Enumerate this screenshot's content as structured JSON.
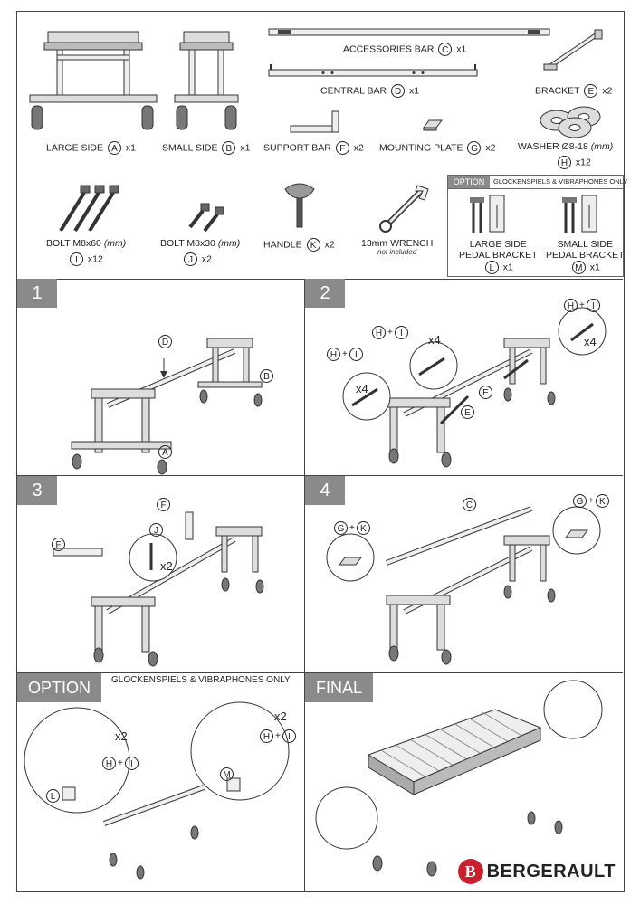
{
  "parts": [
    {
      "name": "LARGE SIDE",
      "letter": "A",
      "qty": "x1"
    },
    {
      "name": "SMALL SIDE",
      "letter": "B",
      "qty": "x1"
    },
    {
      "name": "ACCESSORIES BAR",
      "letter": "C",
      "qty": "x1"
    },
    {
      "name": "CENTRAL BAR",
      "letter": "D",
      "qty": "x1"
    },
    {
      "name": "BRACKET",
      "letter": "E",
      "qty": "x2"
    },
    {
      "name": "SUPPORT BAR",
      "letter": "F",
      "qty": "x2"
    },
    {
      "name": "MOUNTING PLATE",
      "letter": "G",
      "qty": "x2"
    },
    {
      "name": "WASHER Ø8-18",
      "unit": "(mm)",
      "letter": "H",
      "qty": "x12"
    },
    {
      "name": "BOLT M8x60",
      "unit": "(mm)",
      "letter": "I",
      "qty": "x12"
    },
    {
      "name": "BOLT M8x30",
      "unit": "(mm)",
      "letter": "J",
      "qty": "x2"
    },
    {
      "name": "HANDLE",
      "letter": "K",
      "qty": "x2"
    },
    {
      "name": "13mm WRENCH",
      "note": "not included"
    }
  ],
  "option_box": {
    "tag": "OPTION",
    "title": "GLOCKENSPIELS & VIBRAPHONES ONLY",
    "items": [
      {
        "line1": "LARGE SIDE",
        "line2": "PEDAL BRACKET",
        "letter": "L",
        "qty": "x1"
      },
      {
        "line1": "SMALL SIDE",
        "line2": "PEDAL BRACKET",
        "letter": "M",
        "qty": "x1"
      }
    ]
  },
  "steps": [
    {
      "num": "1",
      "callouts": [
        "D",
        "B",
        "A"
      ]
    },
    {
      "num": "2",
      "callouts": [
        "H",
        "I",
        "E",
        "x4"
      ]
    },
    {
      "num": "3",
      "callouts": [
        "F",
        "J",
        "x2"
      ]
    },
    {
      "num": "4",
      "callouts": [
        "C",
        "G",
        "K"
      ]
    }
  ],
  "option_step": {
    "tag": "OPTION",
    "note": "GLOCKENSPIELS & VIBRAPHONES ONLY",
    "callouts": [
      "L",
      "M",
      "H",
      "I",
      "x2"
    ]
  },
  "final_step": {
    "tag": "FINAL"
  },
  "brand": {
    "mark": "B",
    "name": "BERGERAULT",
    "color": "#c8202f"
  }
}
